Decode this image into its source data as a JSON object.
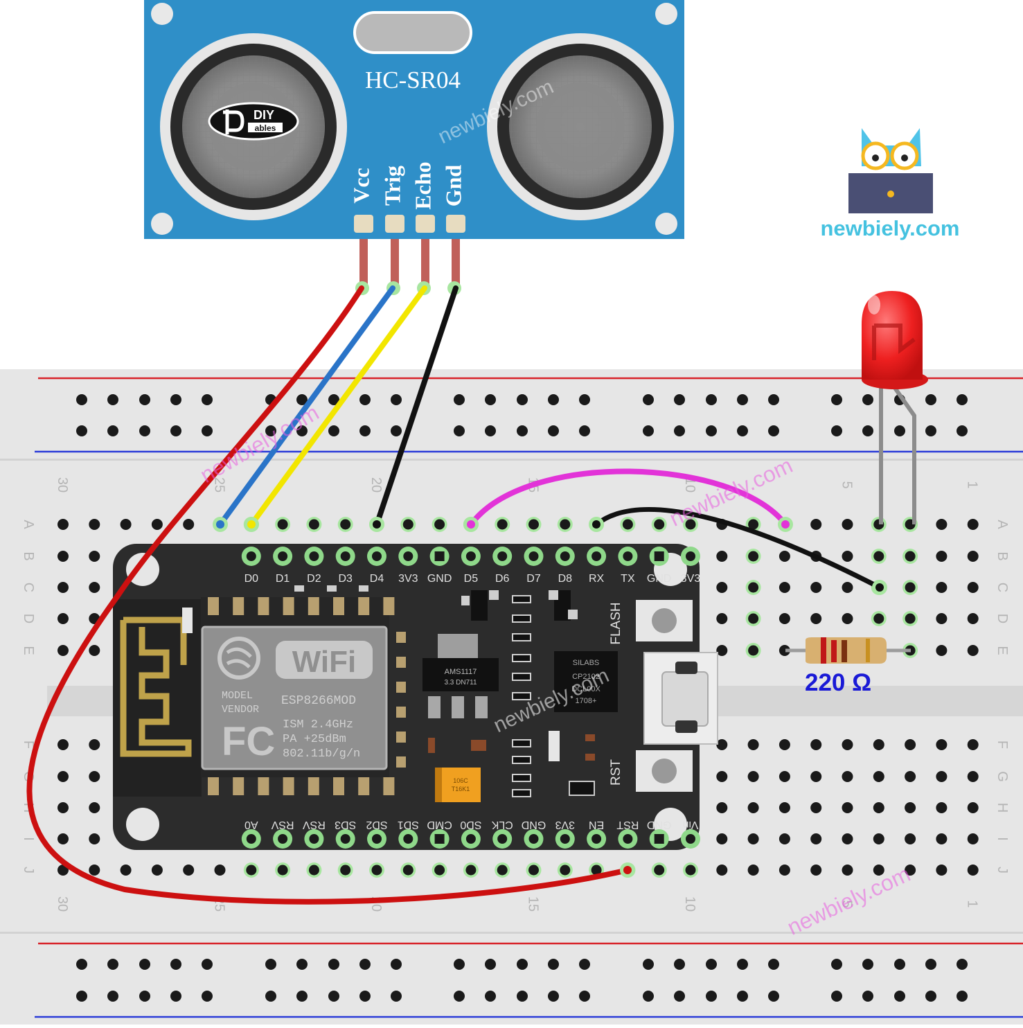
{
  "sensor": {
    "model": "HC-SR04",
    "logo_top": "DIY",
    "logo_bottom": "ables",
    "pins": [
      "Vcc",
      "Trig",
      "Echo",
      "Gnd"
    ]
  },
  "brand": {
    "name": "newbiely.com"
  },
  "watermark": "newbiely.com",
  "board": {
    "top_pins": [
      "D0",
      "D1",
      "D2",
      "D3",
      "D4",
      "3V3",
      "GND",
      "D5",
      "D6",
      "D7",
      "D8",
      "RX",
      "TX",
      "GND",
      "3V3"
    ],
    "bottom_pins": [
      "A0",
      "RSV",
      "RSV",
      "SD3",
      "SD2",
      "SD1",
      "CMD",
      "SD0",
      "CLK",
      "GND",
      "3V3",
      "EN",
      "RST",
      "GND",
      "Vin"
    ],
    "flash_label": "FLASH",
    "rst_label": "RST",
    "module": {
      "wifi": "WiFi",
      "model_line1": "MODEL",
      "model_line2": "VENDOR",
      "name": "ESP8266MOD",
      "ism": "ISM 2.4GHz",
      "pa": "PA  +25dBm",
      "std": "802.11b/g/n",
      "fc": "FC"
    },
    "regulator": [
      "AMS1117",
      "3.3  DN711"
    ],
    "usb_chip": [
      "SILABS",
      "CP2102",
      "DCL00X",
      "1708+"
    ],
    "cap_label": [
      "106C",
      "T16K1"
    ]
  },
  "breadboard": {
    "row_letters_top": [
      "A",
      "B",
      "C",
      "D",
      "E"
    ],
    "row_letters_bottom": [
      "F",
      "G",
      "H",
      "I",
      "J"
    ],
    "column_numbers": [
      "30",
      "25",
      "20",
      "15",
      "10",
      "5",
      "1"
    ]
  },
  "resistor": {
    "label": "220 Ω"
  },
  "colors": {
    "sensor_board": "#2f8fc8",
    "breadboard": "#e6e6e6",
    "wire_red": "#cc1010",
    "wire_blue": "#2a74c8",
    "wire_yellow": "#f2e600",
    "wire_black": "#111111",
    "wire_magenta": "#e233d8",
    "led_red": "#ee2020",
    "brand_cyan": "#45c2e0"
  }
}
